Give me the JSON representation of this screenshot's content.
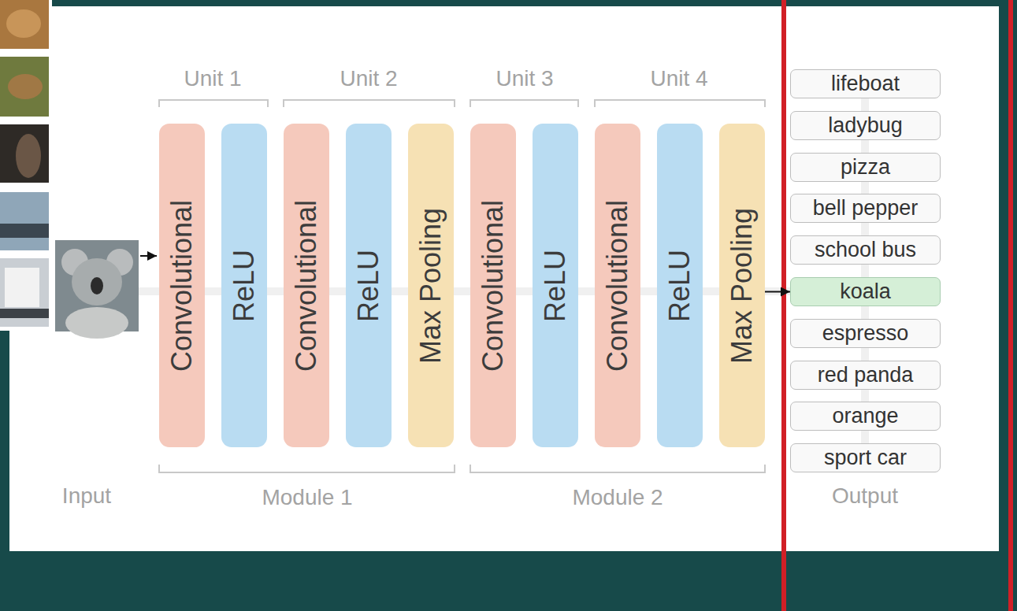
{
  "diagram": {
    "nodes": [
      {
        "text": [
          "Convolutional"
        ]
      },
      {
        "text": [
          "ReLU"
        ]
      },
      {
        "text": [
          "Convolutional"
        ]
      },
      {
        "text": [
          "ReLU"
        ]
      },
      {
        "text": [
          "Max Pooling"
        ]
      },
      {
        "text": [
          "Convolutional"
        ]
      },
      {
        "text": [
          "ReLU"
        ]
      },
      {
        "text": [
          "Convolutional"
        ]
      },
      {
        "text": [
          "ReLU"
        ]
      },
      {
        "text": [
          "Max Pooling"
        ]
      },
      {
        "text": [
          "lifeboat"
        ]
      },
      {
        "text": [
          "ladybug"
        ]
      },
      {
        "text": [
          "pizza"
        ]
      },
      {
        "text": [
          "bell pepper"
        ]
      },
      {
        "text": [
          "school bus"
        ]
      },
      {
        "text": [
          "koala"
        ]
      },
      {
        "text": [
          "espresso"
        ]
      },
      {
        "text": [
          "red panda"
        ]
      },
      {
        "text": [
          "orange"
        ]
      },
      {
        "text": [
          "sport car"
        ]
      }
    ],
    "edges": [
      {
        "from": 9,
        "to": 15,
        "arrow": "to"
      }
    ],
    "labels": [
      "Unit 1",
      "Unit 2",
      "Unit 3",
      "Unit 4",
      "Input",
      "Module 1",
      "Module 2",
      "Output"
    ]
  }
}
